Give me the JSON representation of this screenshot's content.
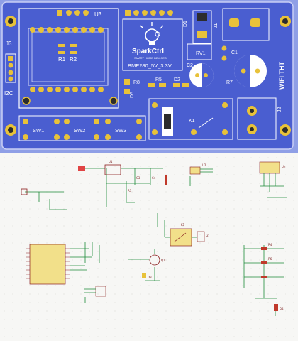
{
  "pcb": {
    "brand": "SparkCtrl",
    "tagline": "SMART HOME DEVICES",
    "module_label": "BME280_5V_3.3V",
    "side_label": "WIFI THT",
    "ref": {
      "u3": "U3",
      "j3": "J3",
      "i2c": "I2C",
      "r1": "R1",
      "r2": "R2",
      "d1": "D1",
      "j1": "J1",
      "rv1": "RV1",
      "c1": "C1",
      "c2": "C2",
      "r7": "R7",
      "r8": "R8",
      "r5": "R5",
      "d2": "D2",
      "d5": "D5",
      "k1": "K1",
      "j2": "J2",
      "sw1": "SW1",
      "sw2": "SW2",
      "sw3": "SW3"
    },
    "colors": {
      "board": "#4a5ed0",
      "pad": "#e8c23a",
      "silk": "#ffffff"
    }
  },
  "schematic": {
    "background": "#f7f7f5",
    "wire_color": "#1e8a3a",
    "part_color": "#8a1f1f",
    "labels": [
      "U1",
      "U2",
      "U4",
      "K1",
      "J2",
      "Q1",
      "D3",
      "D4",
      "R3",
      "R4",
      "R6",
      "C3",
      "C4"
    ]
  }
}
